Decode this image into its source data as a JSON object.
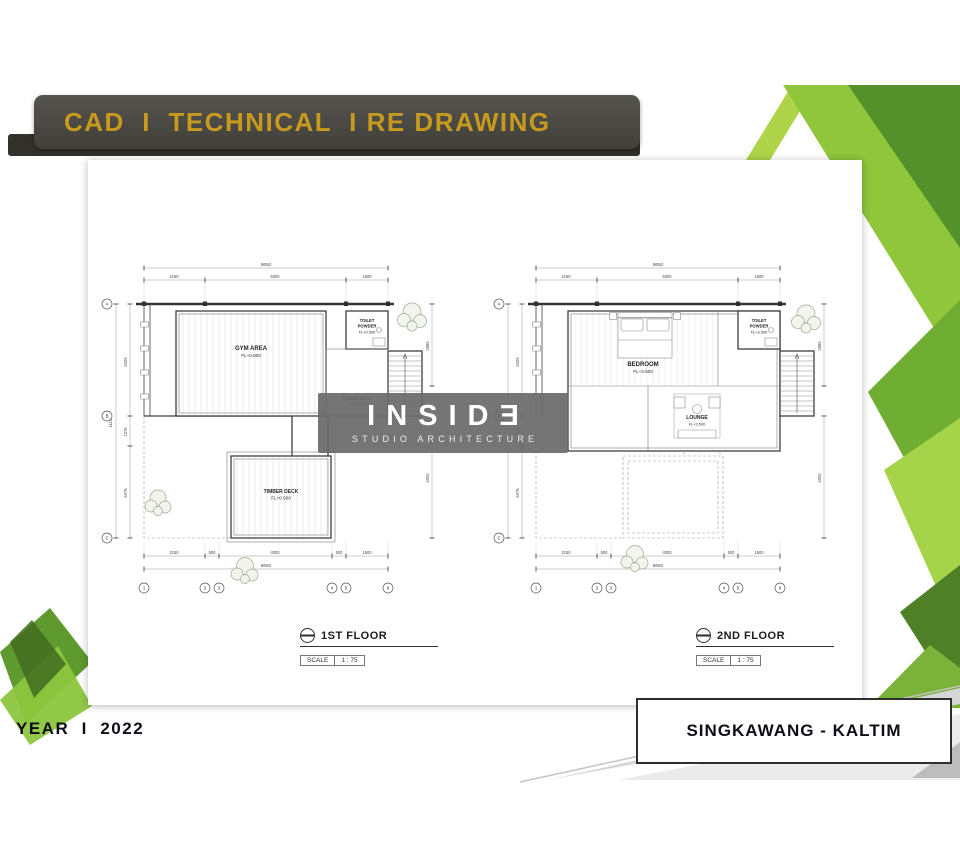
{
  "header": {
    "title": "CAD  I  TECHNICAL  I RE DRAWING"
  },
  "watermark": {
    "line1": "INSIDƎ",
    "line2": "STUDIO ARCHITECTURE"
  },
  "footer": {
    "year": "YEAR  I  2022",
    "location": "SINGKAWANG - KALTIM"
  },
  "colors": {
    "accent_gold": "#c79a1e",
    "header_bar": "#4a4a45",
    "green_light": "#8fc63c",
    "green_mid": "#6fae33",
    "green_dark": "#55912a",
    "green_yellow": "#aed44a",
    "watermark_gray": "#6a6a6a",
    "text_dark": "#0d0d18"
  },
  "plans": [
    {
      "title": {
        "name": "1ST FLOOR",
        "scale_label": "SCALE",
        "scale_value": "1 : 75"
      },
      "rooms": {
        "main": {
          "label": "GYM AREA",
          "level": "FL+0.500"
        },
        "toilet": {
          "line1": "TOILET",
          "line2": "POWDER",
          "level": "FL+0.500"
        },
        "deck": {
          "label": "TIMBER DECK",
          "level": "FL+0.500"
        },
        "deck_upper": {
          "label": "TIMBER DECK",
          "level": "FL+0.500"
        }
      },
      "dims": {
        "top_total": "8650",
        "top_segments": [
          "2150",
          "5000",
          "1500"
        ],
        "bottom_total": "8650",
        "bottom_segments": [
          "2150",
          "500",
          "4000",
          "500",
          "1500"
        ],
        "left_total": "11150",
        "left_segments": [
          "5000",
          "1075",
          "5075"
        ],
        "right_segments": [
          "2880",
          "4000"
        ],
        "grid_rows": [
          "A",
          "B",
          "C"
        ],
        "grid_cols": [
          "1",
          "2",
          "3",
          "4",
          "5",
          "6"
        ]
      }
    },
    {
      "title": {
        "name": "2ND FLOOR",
        "scale_label": "SCALE",
        "scale_value": "1 : 75"
      },
      "rooms": {
        "main": {
          "label": "BEDROOM",
          "level": "FL+3.500"
        },
        "toilet": {
          "line1": "TOILET",
          "line2": "POWDER",
          "level": "FL+3.500"
        },
        "lounge": {
          "label": "LOUNGE",
          "level": "FL+3.500"
        }
      },
      "dims": {
        "top_total": "8650",
        "top_segments": [
          "2150",
          "5000",
          "1500"
        ],
        "bottom_total": "8650",
        "bottom_segments": [
          "2150",
          "500",
          "4000",
          "500",
          "1500"
        ],
        "left_total": "11150",
        "left_segments": [
          "5000",
          "1075",
          "5075"
        ],
        "right_segments": [
          "2880",
          "4000"
        ],
        "grid_rows": [
          "A",
          "B",
          "C"
        ],
        "grid_cols": [
          "1",
          "2",
          "3",
          "4",
          "5",
          "6"
        ]
      }
    }
  ]
}
